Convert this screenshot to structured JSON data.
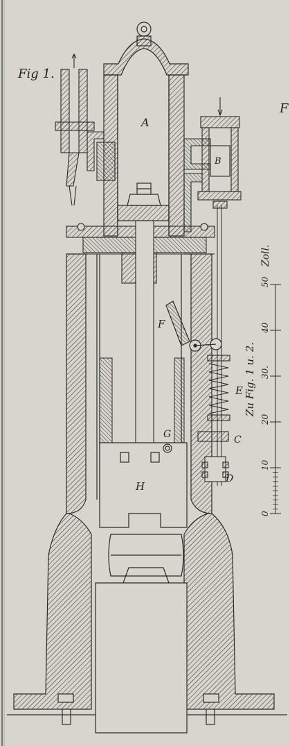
{
  "figure": {
    "fig_label": "Fig 1.",
    "edge_letter": "F",
    "scale_caption": "Zu Fig. 1 u. 2.",
    "scale_unit": "Zoll.",
    "scale_ticks": [
      "0",
      "10",
      "20",
      "30.",
      "40",
      "50"
    ]
  },
  "parts": {
    "A": "A",
    "B": "B",
    "C": "C",
    "D": "D",
    "E": "E",
    "F": "F",
    "G": "G",
    "H": "H"
  },
  "colors": {
    "paper": "#d8d5cc",
    "ink": "#2a2a2a"
  }
}
